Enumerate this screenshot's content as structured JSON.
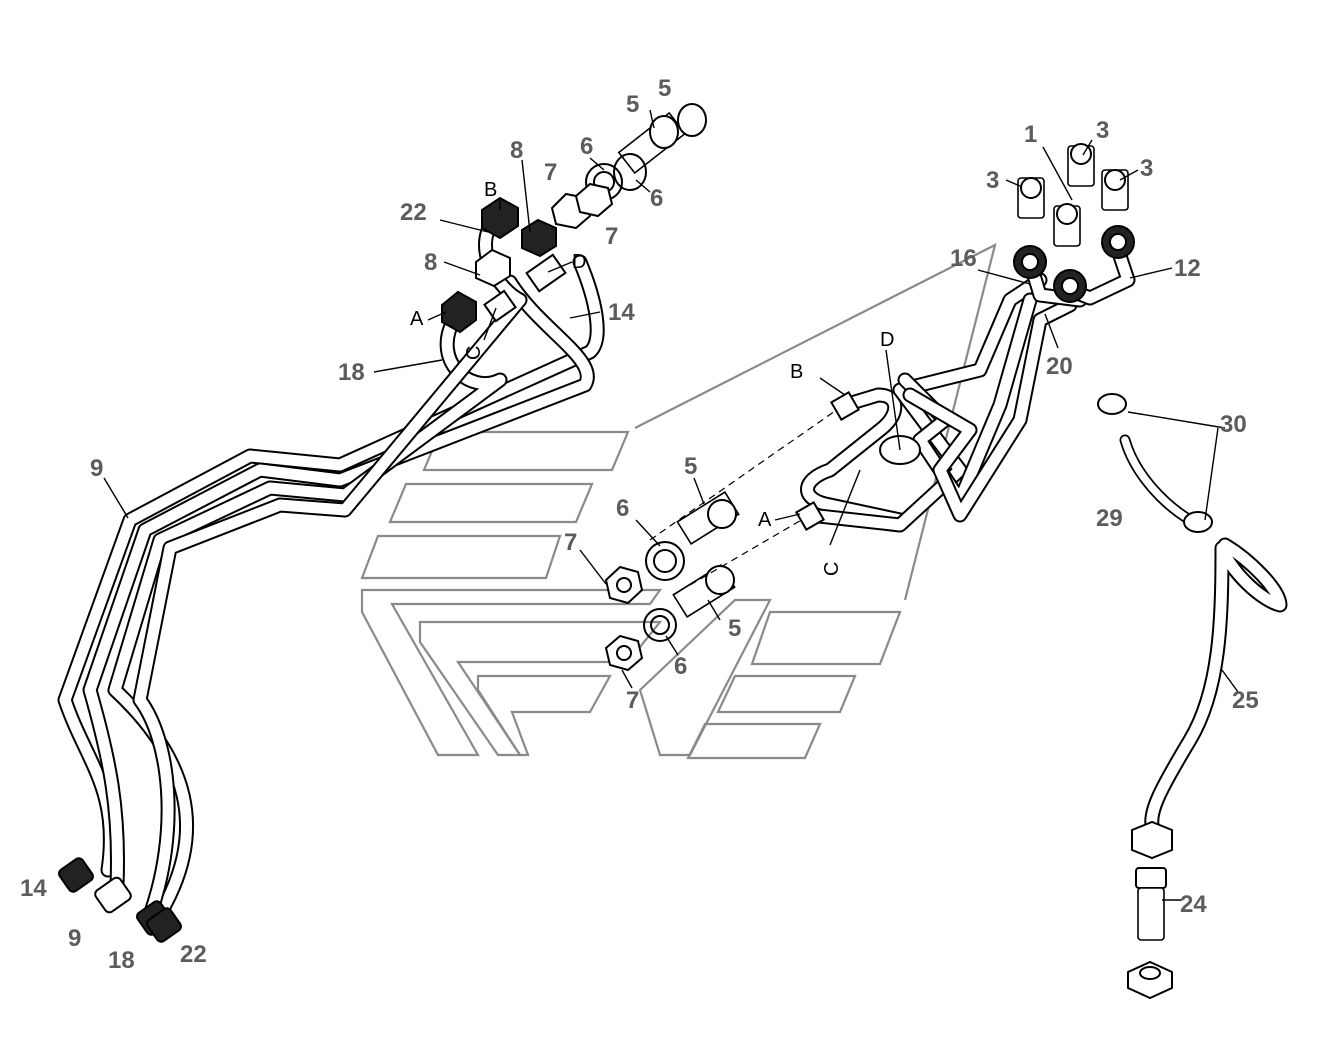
{
  "callouts": {
    "c1": "1",
    "c3a": "3",
    "c3b": "3",
    "c3c": "3",
    "c5a": "5",
    "c5b": "5",
    "c5c": "5",
    "c5d": "5",
    "c6a": "6",
    "c6b": "6",
    "c6c": "6",
    "c6d": "6",
    "c7a": "7",
    "c7b": "7",
    "c7c": "7",
    "c7d": "7",
    "c8a": "8",
    "c8b": "8",
    "c9a": "9",
    "c9b": "9",
    "c12": "12",
    "c14a": "14",
    "c14b": "14",
    "c16": "16",
    "c18a": "18",
    "c18b": "18",
    "c20": "20",
    "c22a": "22",
    "c22b": "22",
    "c24": "24",
    "c25": "25",
    "c29": "29",
    "c30": "30"
  },
  "connection_letters": {
    "A1": "A",
    "B1": "B",
    "C1": "C",
    "D1": "D",
    "A2": "A",
    "B2": "B",
    "C2": "C",
    "D2": "D"
  },
  "colors": {
    "line": "#000000",
    "callout": "#5c5c5c",
    "watermark": "#8a8a8a",
    "background": "#ffffff"
  }
}
